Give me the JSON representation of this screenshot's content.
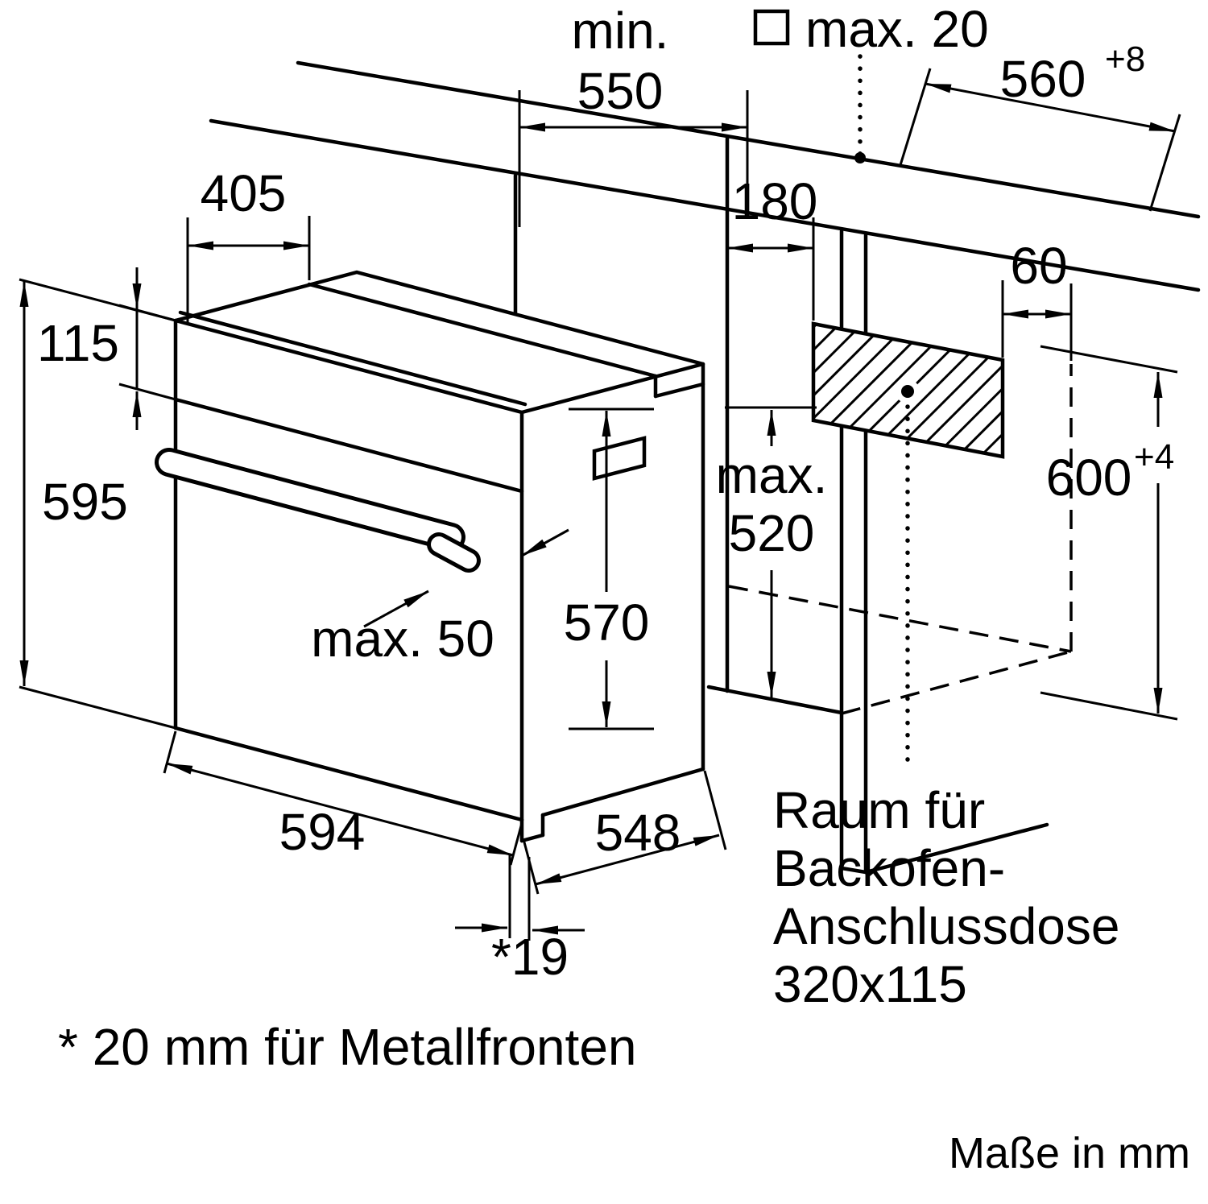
{
  "labels": {
    "min550": {
      "l1": "min.",
      "l2": "550"
    },
    "max20": "max. 20",
    "d560": "560",
    "d560sup": "+8",
    "d405": "405",
    "d115": "115",
    "d595": "595",
    "d180": "180",
    "d60": "60",
    "max520": {
      "l1": "max.",
      "l2": "520"
    },
    "d600": "600",
    "d600sup": "+4",
    "max50": "max. 50",
    "d570": "570",
    "d594": "594",
    "d548": "548",
    "d19": "*19",
    "raum": {
      "l1": "Raum für",
      "l2": "Backofen-",
      "l3": "Anschlussdose",
      "l4": "320x115"
    },
    "footnote": "* 20 mm für Metallfronten",
    "units": "Maße in mm"
  },
  "colors": {
    "line": "#000000",
    "background": "#ffffff"
  }
}
